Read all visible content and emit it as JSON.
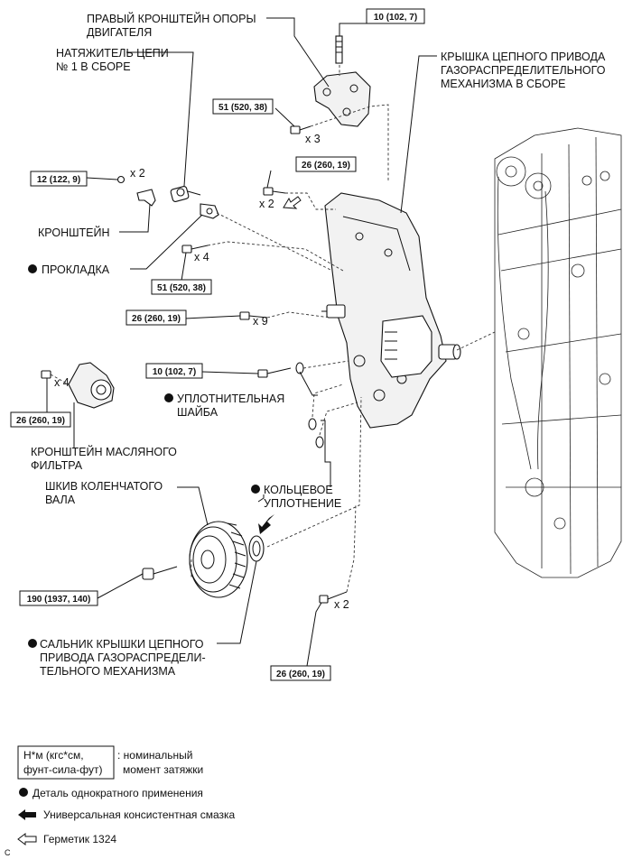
{
  "labels": {
    "right_mount_bracket_l1": "ПРАВЫЙ КРОНШТЕЙН ОПОРЫ",
    "right_mount_bracket_l2": "ДВИГАТЕЛЯ",
    "tensioner_l1": "НАТЯЖИТЕЛЬ ЦЕПИ",
    "tensioner_l2": "№ 1 В СБОРЕ",
    "cover_l1": "КРЫШКА ЦЕПНОГО ПРИВОДА",
    "cover_l2": "ГАЗОРАСПРЕДЕЛИТЕЛЬНОГО",
    "cover_l3": "МЕХАНИЗМА В СБОРЕ",
    "bracket": "КРОНШТЕЙН",
    "gasket": "ПРОКЛАДКА",
    "seal_washer_l1": "УПЛОТНИТЕЛЬНАЯ",
    "seal_washer_l2": "ШАЙБА",
    "oil_filter_bracket_l1": "КРОНШТЕЙН МАСЛЯНОГО",
    "oil_filter_bracket_l2": "ФИЛЬТРА",
    "crank_pulley_l1": "ШКИВ КОЛЕНЧАТОГО",
    "crank_pulley_l2": "ВАЛА",
    "o_ring_l1": "КОЛЬЦЕВОЕ",
    "o_ring_l2": "УПЛОТНЕНИЕ",
    "oil_seal_l1": "САЛЬНИК КРЫШКИ ЦЕПНОГО",
    "oil_seal_l2": "ПРИВОДА ГАЗОРАСПРЕДЕЛИ-",
    "oil_seal_l3": "ТЕЛЬНОГО МЕХАНИЗМА"
  },
  "torques": {
    "t1": "10 (102, 7)",
    "t2": "51 (520, 38)",
    "t3": "26 (260, 19)",
    "t4": "12 (122, 9)",
    "t5": "51 (520, 38)",
    "t6": "26 (260, 19)",
    "t7": "10 (102, 7)",
    "t8": "26 (260, 19)",
    "t9": "190 (1937, 140)",
    "t10": "26 (260, 19)"
  },
  "quantities": {
    "q_bolts_mount": "x 3",
    "q_bolts_cover_upper": "x 2",
    "q_bolts_bracket": "x 2",
    "q_bolts_gasket": "x 4",
    "q_bolts_cover_main": "x 9",
    "q_bolts_oil_filter": "x 4",
    "q_bolts_lower": "x 2"
  },
  "legend": {
    "torque_box_l1": "Н*м (кгс*см,",
    "torque_box_l2": "фунт-сила-фут)",
    "torque_desc_l1": ": номинальный",
    "torque_desc_l2": "момент затяжки",
    "single_use": "Деталь однократного применения",
    "grease": "Универсальная консистентная смазка",
    "sealant": "Герметик 1324"
  },
  "corner_mark": "C",
  "colors": {
    "ink": "#111111",
    "part_fill": "#f2f2f2"
  }
}
